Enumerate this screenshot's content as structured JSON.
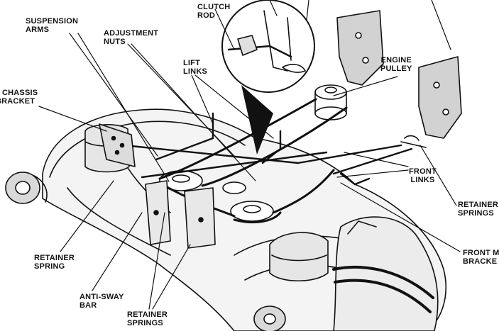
{
  "labels": {
    "clutch_rod": [
      "CLUTCH",
      "ROD"
    ],
    "suspension_arms": [
      "SUSPENSION",
      "ARMS"
    ],
    "adjustment_nuts": [
      "ADJUSTMENT",
      "NUTS"
    ],
    "lift_links": [
      "LIFT",
      "LINKS"
    ],
    "engine_pulley": [
      "ENGINE",
      "PULLEY"
    ],
    "chassis_bracket": [
      "CHASSIS",
      "BRACKET"
    ],
    "front_links": [
      "FRONT",
      "LINKS"
    ],
    "retainer_springs_right": [
      "RETAINER",
      "SPRINGS"
    ],
    "front_mount_bracket": [
      "FRONT M",
      "BRACKE"
    ],
    "retainer_spring": [
      "RETAINER",
      "SPRING"
    ],
    "anti_sway_bar": [
      "ANTI-SWAY",
      "BAR"
    ],
    "retainer_springs_bottom": [
      "RETAINER",
      "SPRINGS"
    ]
  }
}
